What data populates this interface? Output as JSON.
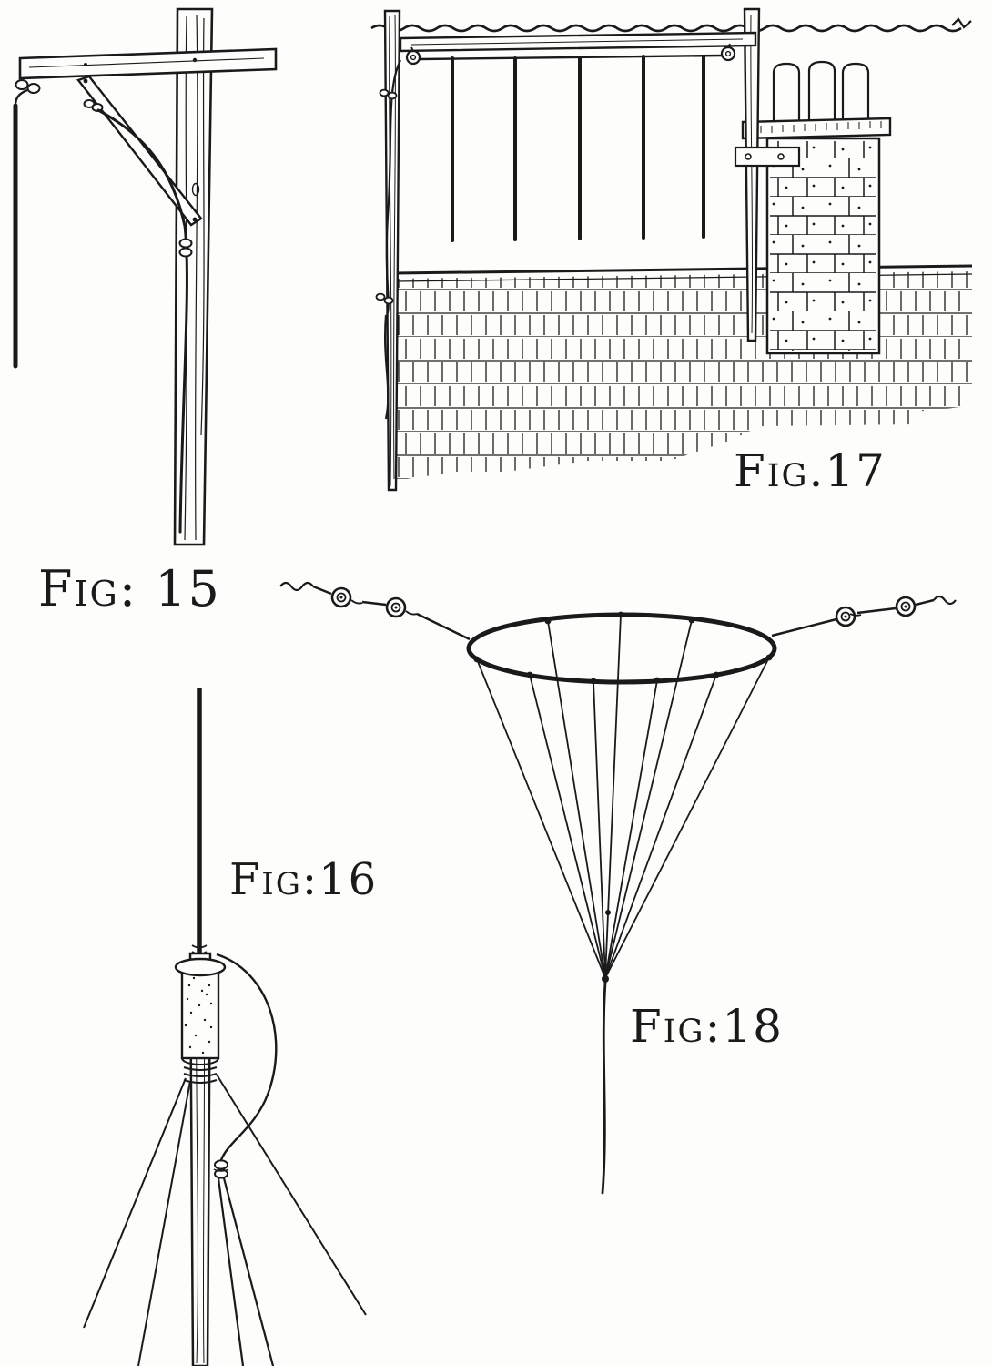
{
  "page": {
    "background": "#fdfdfc",
    "ink": "#1a1a1a"
  },
  "figures": {
    "fig15": {
      "label": "Fig: 15",
      "alt": "wooden pole with crossarm, diagonal brace, insulators and hanging wire"
    },
    "fig16": {
      "label": "Fig:16",
      "alt": "guyed mast with cylindrical strain insulator and looping lead wire"
    },
    "fig17": {
      "label": "Fig.17",
      "alt": "rooftop antenna with two masts, spreader bar, hanging wires, shingled roof and brick chimney"
    },
    "fig18": {
      "label": "Fig:18",
      "alt": "hoop antenna hung between egg insulators with wires converging to a single lead"
    }
  }
}
